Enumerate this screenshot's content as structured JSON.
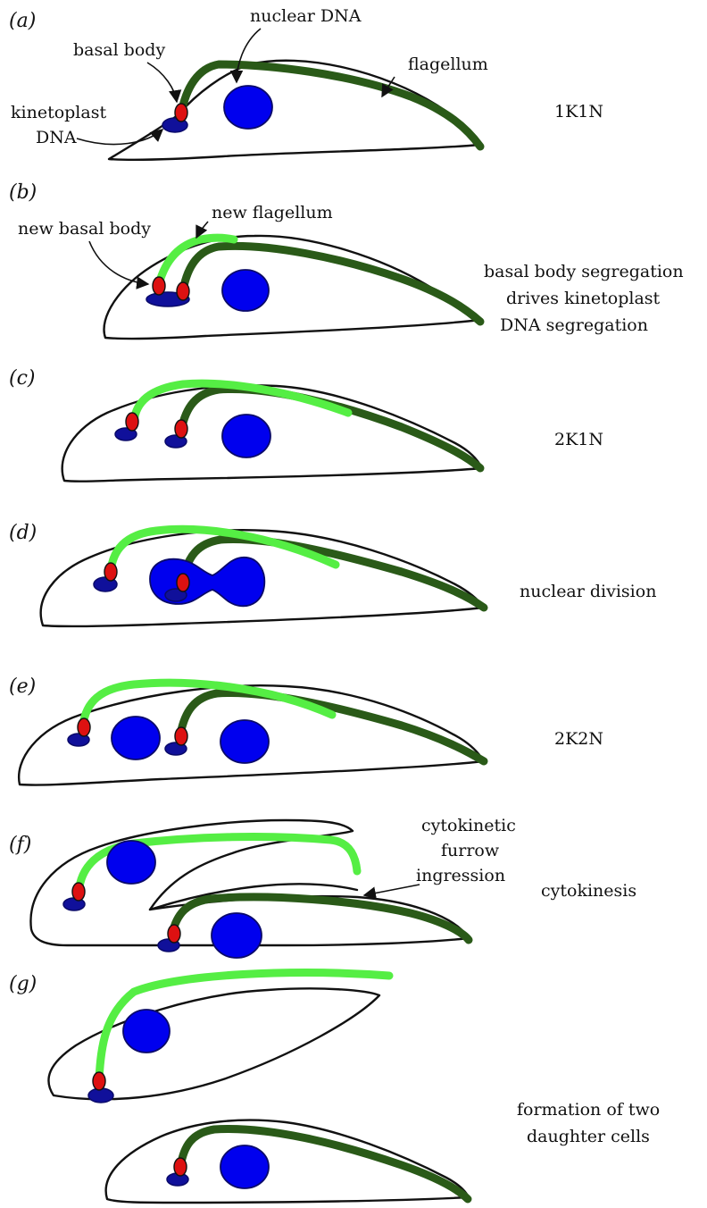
{
  "colors": {
    "old_flagellum": "#2a5a18",
    "new_flagellum": "#55ee44",
    "nucleus": "#0000ee",
    "kinetoplast": "#10109a",
    "basal_body": "#dd1111",
    "outline": "#111111"
  },
  "panels": {
    "a": {
      "letter": "(a)",
      "stage": "1K1N"
    },
    "b": {
      "letter": "(b)",
      "stage_lines": [
        "basal body segregation",
        "drives kinetoplast",
        "DNA segregation"
      ]
    },
    "c": {
      "letter": "(c)",
      "stage": "2K1N"
    },
    "d": {
      "letter": "(d)",
      "stage": "nuclear division"
    },
    "e": {
      "letter": "(e)",
      "stage": "2K2N"
    },
    "f": {
      "letter": "(f)",
      "stage": "cytokinesis"
    },
    "g": {
      "letter": "(g)",
      "stage_lines": [
        "formation of two",
        "daughter cells"
      ]
    }
  },
  "labels": {
    "nuclear_dna": "nuclear DNA",
    "basal_body": "basal body",
    "flagellum": "flagellum",
    "kinetoplast": "kinetoplast",
    "dna": "DNA",
    "new_flagellum": "new flagellum",
    "new_basal_body": "new basal body",
    "furrow_lines": [
      "cytokinetic",
      "furrow",
      "ingression"
    ]
  }
}
